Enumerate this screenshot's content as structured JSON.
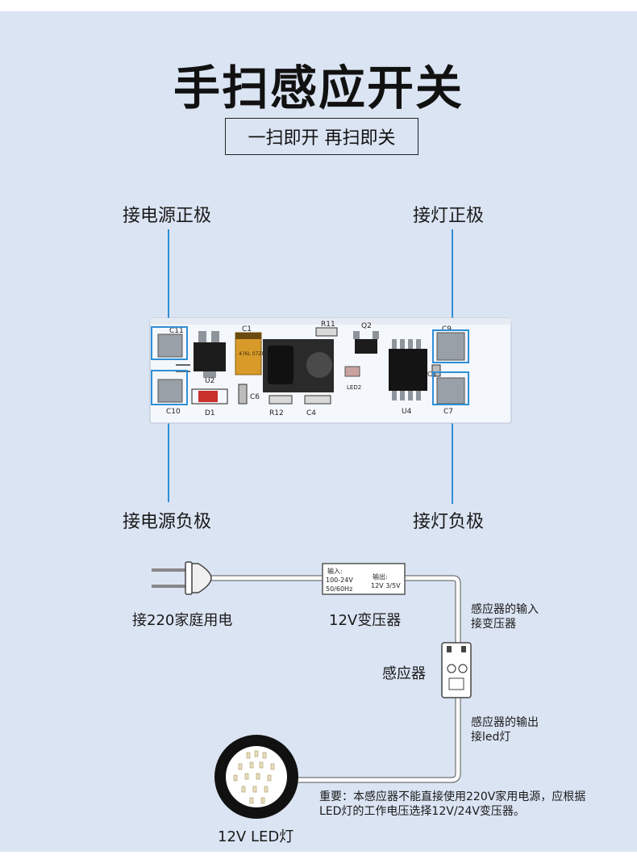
{
  "header": {
    "title": "手扫感应开关",
    "subtitle": "一扫即开 再扫即关"
  },
  "pins": {
    "power_positive": "接电源正极",
    "lamp_positive": "接灯正极",
    "power_negative": "接电源负极",
    "lamp_negative": "接灯负极"
  },
  "board": {
    "labels": [
      "C11",
      "C10",
      "C1",
      "U2",
      "D1",
      "R11",
      "Q2",
      "C6",
      "R12",
      "C4",
      "LED2",
      "C9",
      "C5",
      "C7",
      "U4"
    ],
    "cap_marking": "476L 07ZF"
  },
  "wiring": {
    "plug_label": "接220家庭用电",
    "transformer": {
      "label": "12V变压器",
      "input_title": "输入:",
      "input_spec": "100-24V",
      "input_freq": "50/60Hz",
      "output_title": "输出:",
      "output_spec": "12V 3/5V"
    },
    "sensor_input_note": [
      "感应器的输入",
      "接变压器"
    ],
    "sensor_label": "感应器",
    "sensor_output_note": [
      "感应器的输出",
      "接led灯"
    ],
    "lamp_label": "12V  LED灯",
    "warning": [
      "重要：本感应器不能直接使用220V家用电源，应根据",
      "LED灯的工作电压选择12V/24V变压器。"
    ]
  },
  "colors": {
    "background": "#dbe4f3",
    "highlight": "#2e8fd6",
    "pcb": "#f4f7fb",
    "cable": "#ffffff"
  }
}
